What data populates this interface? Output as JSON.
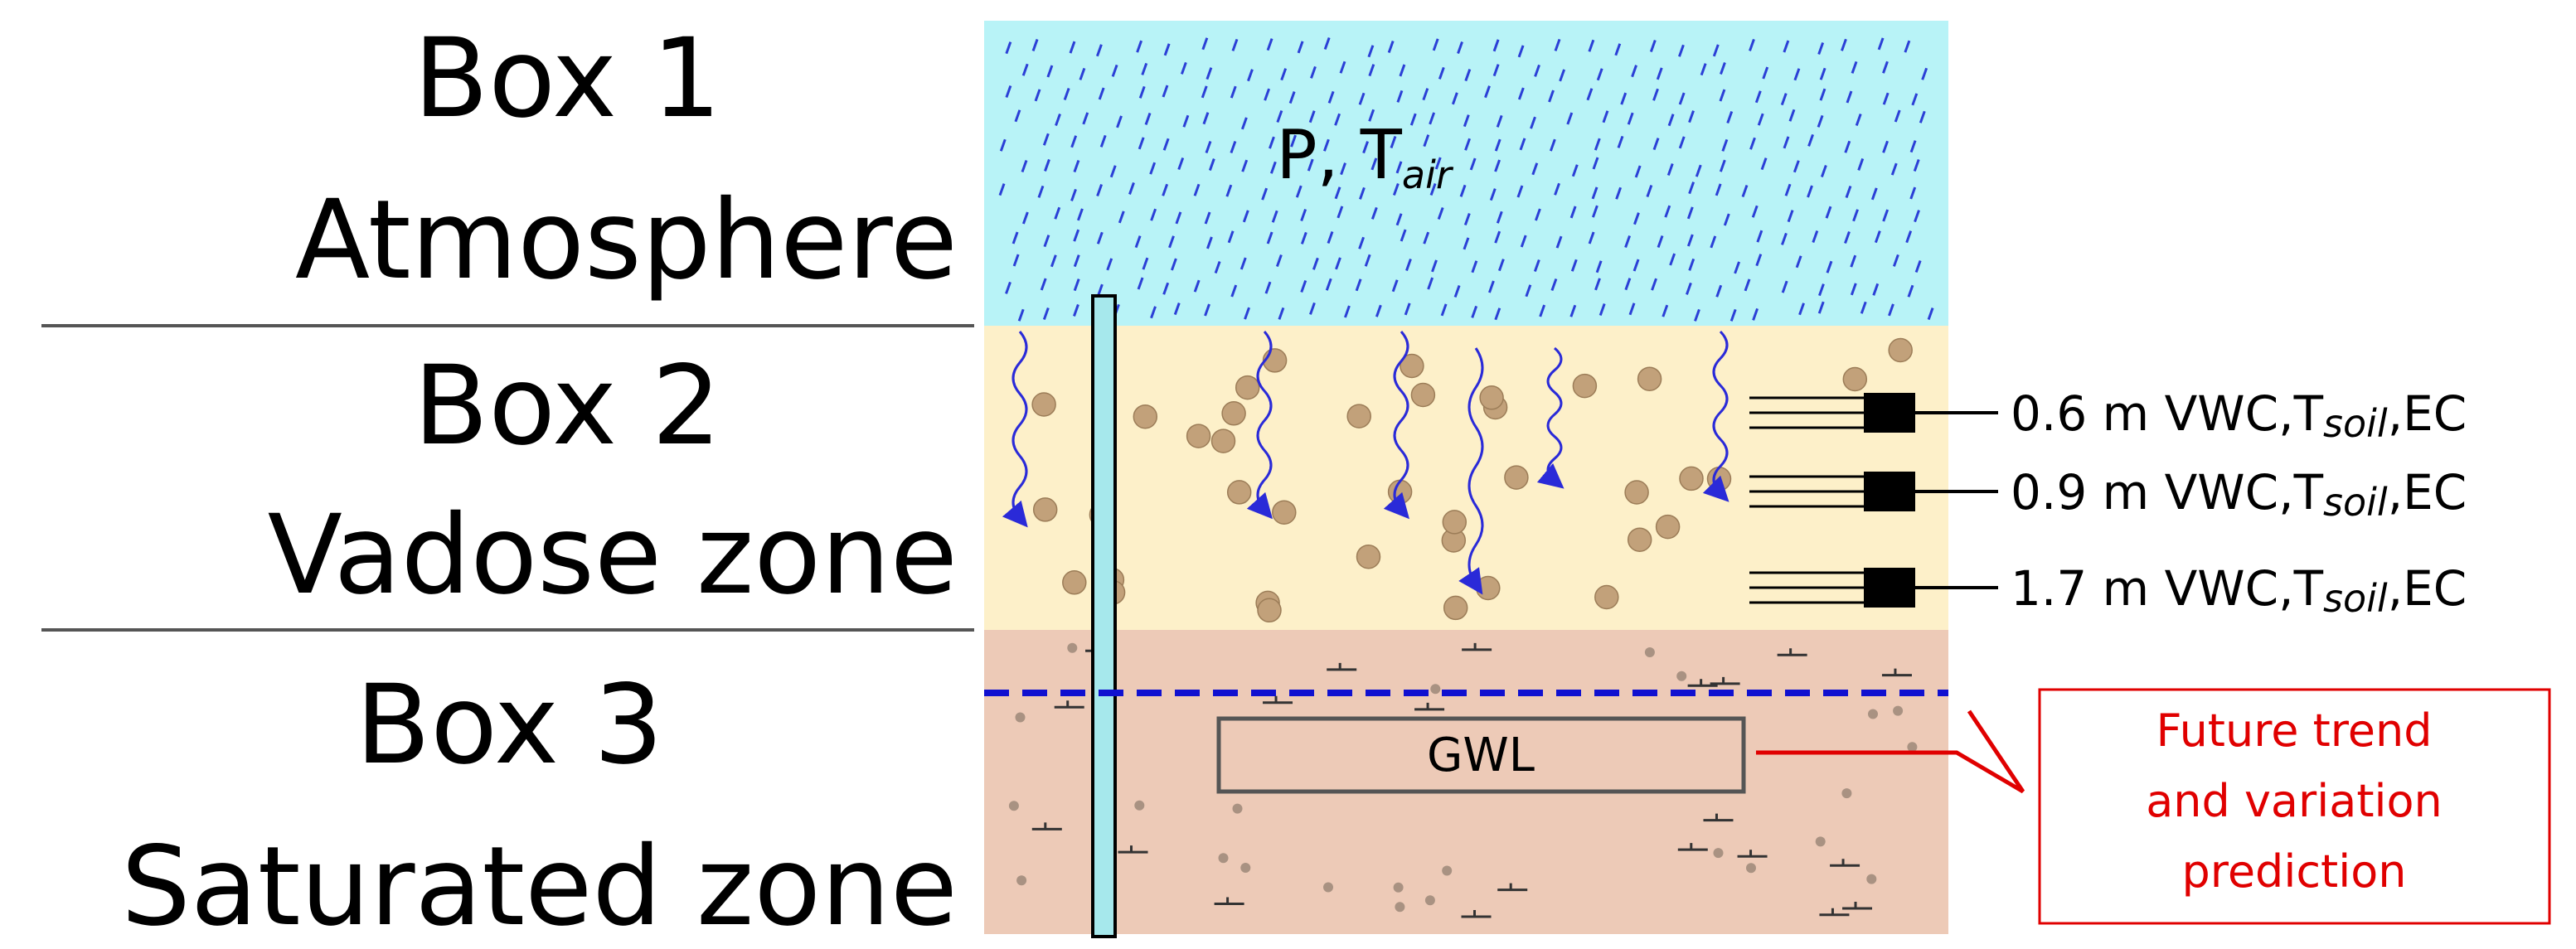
{
  "boxes": [
    {
      "title": "Box 1",
      "name": "Atmosphere",
      "color": "#b8f3f7"
    },
    {
      "title": "Box 2",
      "name": "Vadose zone",
      "color": "#fdf0c9"
    },
    {
      "title": "Box 3",
      "name": "Saturated zone",
      "color": "#edcab7"
    }
  ],
  "atmosphere_label": {
    "main": "P, T",
    "sub": "air"
  },
  "sensors": [
    {
      "depth": "0.6 m",
      "vars": "VWC,T",
      "sub": "soil",
      "tail": ",EC"
    },
    {
      "depth": "0.9 m",
      "vars": "VWC,T",
      "sub": "soil",
      "tail": ",EC"
    },
    {
      "depth": "1.7 m",
      "vars": "VWC,T",
      "sub": "soil",
      "tail": ",EC"
    }
  ],
  "gwl_label": "GWL",
  "prediction": {
    "line1": "Future trend",
    "line2": "and variation",
    "line3": "prediction"
  },
  "colors": {
    "rain": "#2b3fd6",
    "infiltration": "#2a2ad8",
    "water_table": "#1010d0",
    "pebble": "#c2a17a",
    "dot": "#a99282",
    "well": "#a6e8ec",
    "red": "#e00000"
  }
}
